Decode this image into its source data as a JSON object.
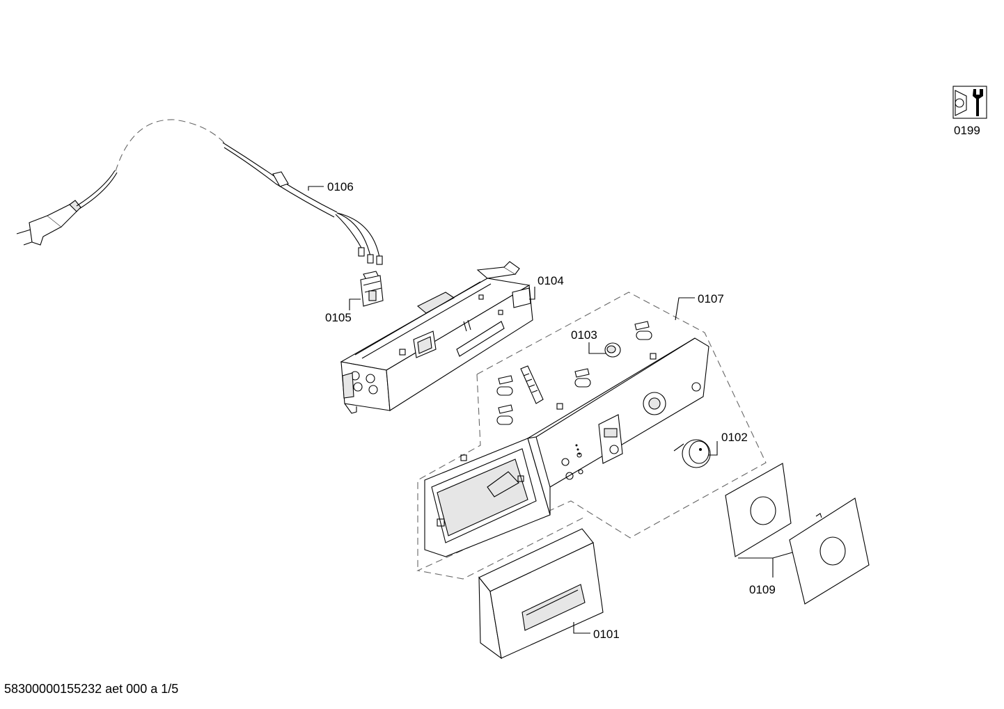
{
  "diagram": {
    "labels": {
      "p0101": "0101",
      "p0102": "0102",
      "p0103": "0103",
      "p0104": "0104",
      "p0105": "0105",
      "p0106": "0106",
      "p0107": "0107",
      "p0109": "0109",
      "p0199": "0199"
    },
    "icons": {
      "service_tool": "wrench-nut-icon"
    }
  },
  "footer": {
    "document_id": "58300000155232 aet 000 a 1/5"
  }
}
